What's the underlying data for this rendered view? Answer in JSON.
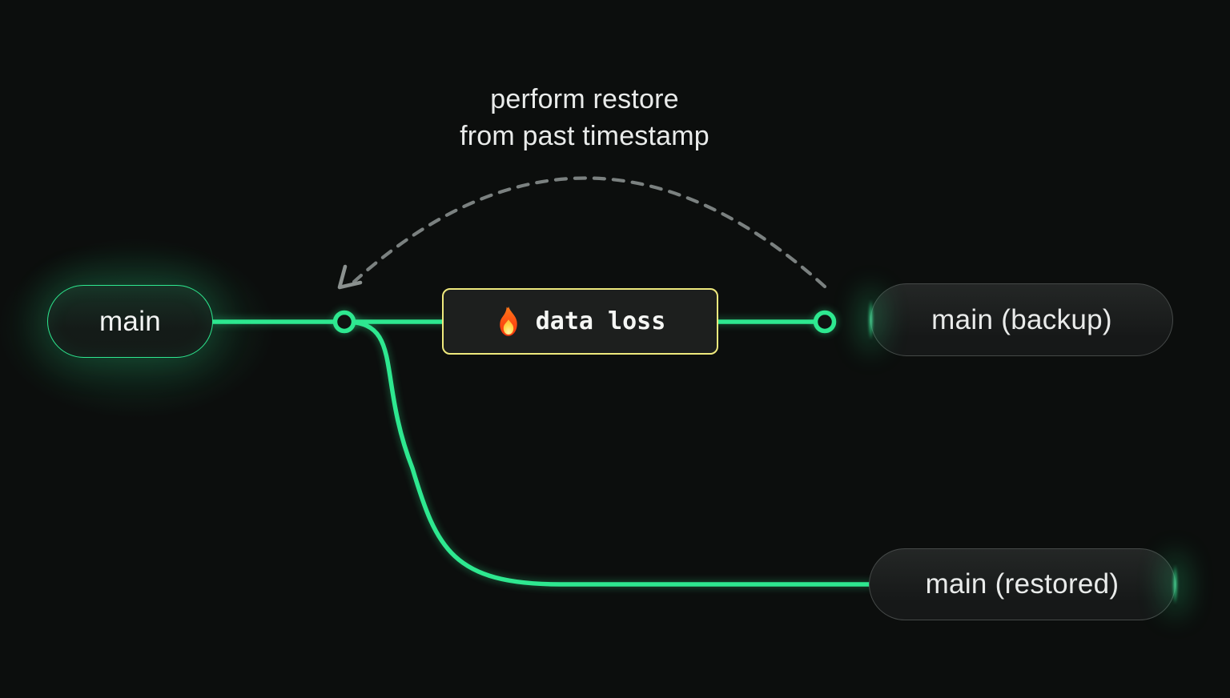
{
  "annotation": {
    "line1": "perform restore",
    "line2": "from past timestamp"
  },
  "nodes": {
    "main": {
      "label": "main"
    },
    "backup": {
      "label": "main (backup)"
    },
    "restored": {
      "label": "main (restored)"
    }
  },
  "event": {
    "label": "data loss",
    "icon": "fire-icon"
  },
  "colors": {
    "branch": "#2ee890",
    "event_border": "#efe97d",
    "dashed": "#7b8180",
    "arrow": "#8b918f",
    "node_border": "#454948",
    "background": "#0c0e0d",
    "text": "#e9ebea"
  }
}
